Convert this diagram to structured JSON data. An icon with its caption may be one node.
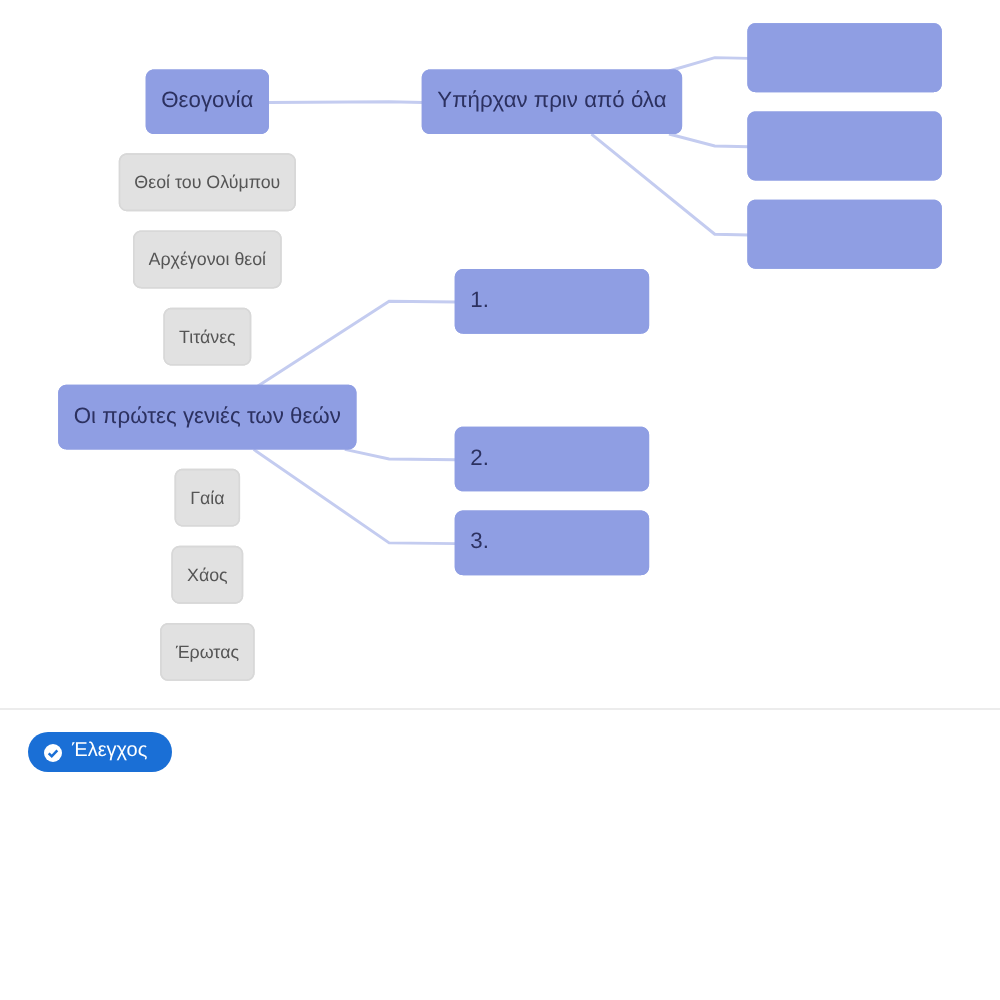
{
  "diagram": {
    "nodes": [
      {
        "text": [
          "Θεογονία"
        ]
      },
      {
        "text": [
          "Υπήρχαν πριν από όλα"
        ]
      },
      {
        "text": [],
        "shape": "box"
      },
      {
        "text": [],
        "shape": "box"
      },
      {
        "text": [],
        "shape": "box"
      },
      {
        "text": [
          "Οι πρώτες γενιές των θεών"
        ]
      },
      {
        "text": [
          "1."
        ]
      },
      {
        "text": [
          "2."
        ]
      },
      {
        "text": [
          "3."
        ]
      },
      {
        "text": [
          "Θεοί του Ολύμπου"
        ]
      },
      {
        "text": [
          "Αρχέγονοι θεοί"
        ]
      },
      {
        "text": [
          "Τιτάνες"
        ]
      },
      {
        "text": [
          "Γαία"
        ]
      },
      {
        "text": [
          "Χάος"
        ]
      },
      {
        "text": [
          "Έρωτας"
        ]
      }
    ],
    "edges": [
      {
        "from": 0,
        "to": 1,
        "arrow": "none"
      },
      {
        "from": 1,
        "to": 2,
        "arrow": "none"
      },
      {
        "from": 1,
        "to": 3,
        "arrow": "none"
      },
      {
        "from": 1,
        "to": 4,
        "arrow": "none"
      },
      {
        "from": 5,
        "to": 6,
        "arrow": "none"
      },
      {
        "from": 5,
        "to": 7,
        "arrow": "none"
      },
      {
        "from": 5,
        "to": 8,
        "arrow": "none"
      }
    ],
    "labels": [
      "Έλεγχος"
    ]
  }
}
